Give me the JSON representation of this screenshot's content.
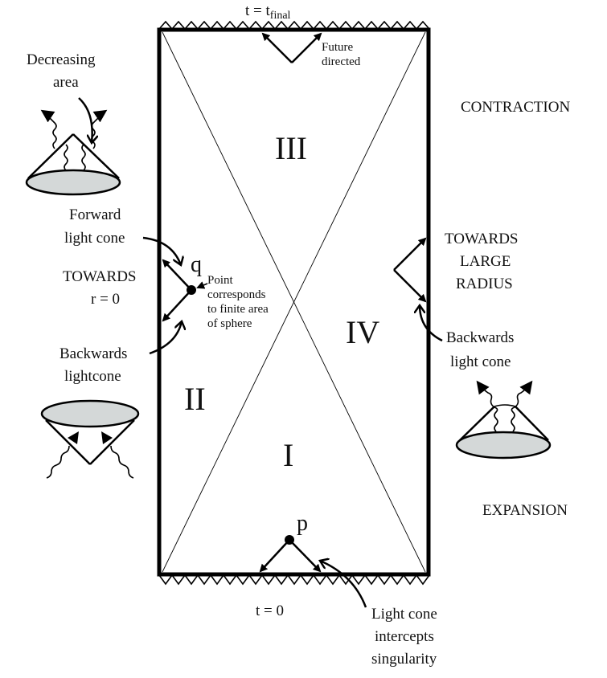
{
  "title": "Penrose-type spacetime diagram with light cones",
  "boundaries": {
    "top": "t = t",
    "top_sub": "final",
    "bottom": "t = 0"
  },
  "regions": [
    "I",
    "II",
    "III",
    "IV"
  ],
  "points": {
    "p": "p",
    "q": "q"
  },
  "annotations": {
    "future_directed": [
      "Future",
      "directed"
    ],
    "decreasing_area": [
      "Decreasing",
      "area"
    ],
    "forward_light_cone": [
      "Forward",
      "light  cone"
    ],
    "towards_r0": [
      "TOWARDS",
      "r  =  0"
    ],
    "point_note": [
      "Point",
      "corresponds",
      "to  finite  area",
      "of  sphere"
    ],
    "backwards_lightcone": [
      "Backwards",
      "lightcone"
    ],
    "towards_large_radius": [
      "TOWARDS",
      "LARGE",
      "RADIUS"
    ],
    "backwards_light_cone": [
      "Backwards",
      "light  cone"
    ],
    "contraction": "CONTRACTION",
    "expansion": "EXPANSION",
    "light_cone_intercepts": [
      "Light  cone",
      "intercepts",
      "singularity"
    ]
  },
  "colors": {
    "ink": "#000000",
    "sphere_fill": "#d4d8d8"
  }
}
